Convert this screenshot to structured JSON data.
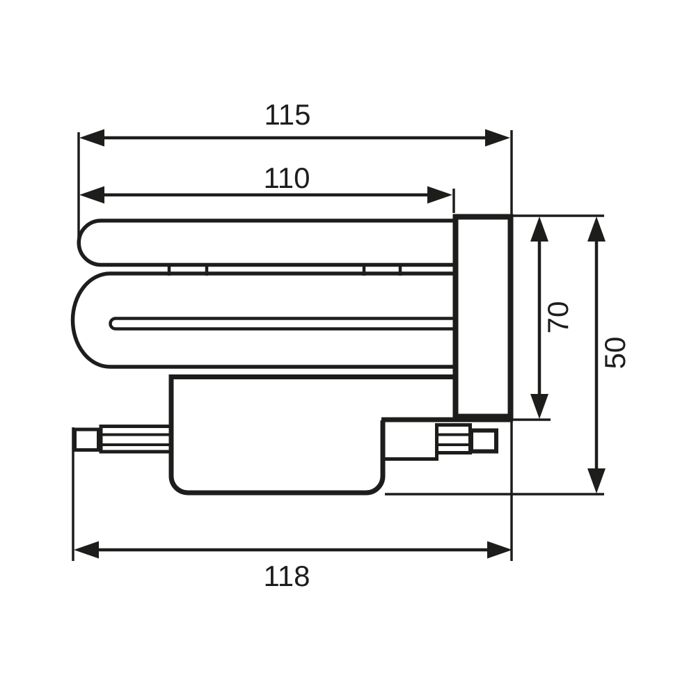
{
  "drawing": {
    "background_color": "#ffffff",
    "line_color": "#1d1d1b",
    "dimensions": {
      "width_top": "115",
      "width_tube": "110",
      "height_cap": "70",
      "height_overall": "50",
      "width_bottom": "118"
    }
  }
}
